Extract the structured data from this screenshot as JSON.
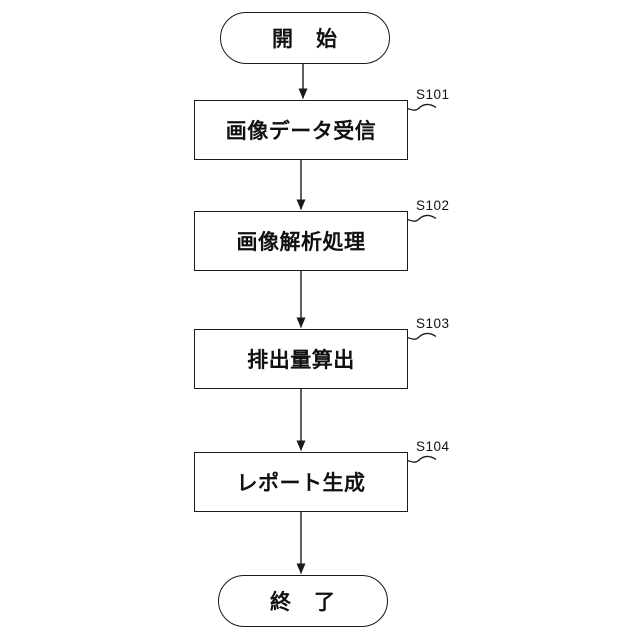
{
  "figure": {
    "background_color": "#ffffff",
    "line_color": "#1a1a1a"
  },
  "flowchart": {
    "type": "vertical-flow",
    "start": {
      "label": "開　始"
    },
    "end": {
      "label": "終　了"
    },
    "steps": [
      {
        "id": "S101",
        "label": "画像データ受信"
      },
      {
        "id": "S102",
        "label": "画像解析処理"
      },
      {
        "id": "S103",
        "label": "排出量算出"
      },
      {
        "id": "S104",
        "label": "レポート生成"
      }
    ]
  }
}
